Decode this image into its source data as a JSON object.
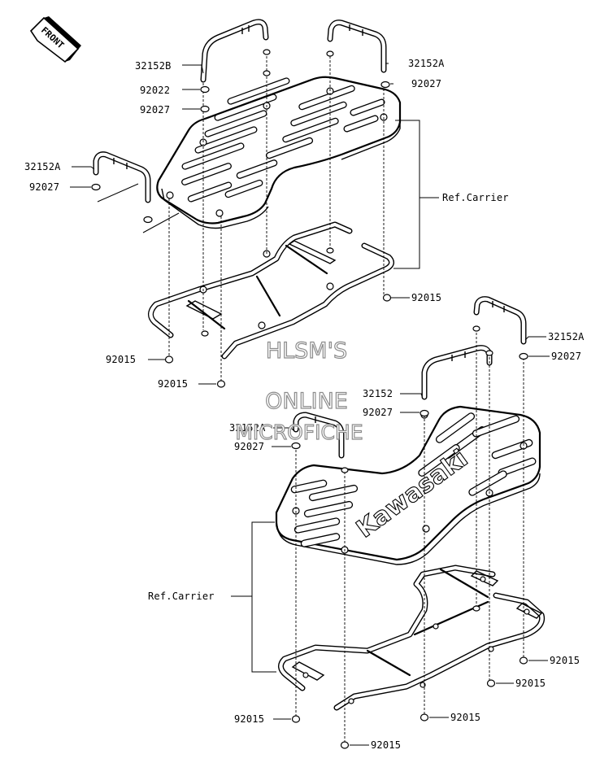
{
  "front_label": "FRONT",
  "brand_logo_text": "Kawasaki",
  "watermark": {
    "line1": "HLSM'S",
    "line2": "ONLINE",
    "line3": "MICROFICHE"
  },
  "upper_assembly": {
    "labels": [
      {
        "id": "u1",
        "text": "32152B"
      },
      {
        "id": "u2",
        "text": "32152A"
      },
      {
        "id": "u3",
        "text": "92022"
      },
      {
        "id": "u4",
        "text": "92027"
      },
      {
        "id": "u5",
        "text": "92027"
      },
      {
        "id": "u6",
        "text": "32152A"
      },
      {
        "id": "u7",
        "text": "92027"
      },
      {
        "id": "u8",
        "text": "Ref.Carrier"
      },
      {
        "id": "u9",
        "text": "92015"
      },
      {
        "id": "u10",
        "text": "92015"
      },
      {
        "id": "u11",
        "text": "92015"
      }
    ]
  },
  "lower_assembly": {
    "labels": [
      {
        "id": "l1",
        "text": "32152A"
      },
      {
        "id": "l2",
        "text": "92027"
      },
      {
        "id": "l3",
        "text": "32152"
      },
      {
        "id": "l4",
        "text": "92027"
      },
      {
        "id": "l5",
        "text": "32152A"
      },
      {
        "id": "l6",
        "text": "92027"
      },
      {
        "id": "l7",
        "text": "Ref.Carrier"
      },
      {
        "id": "l8",
        "text": "92015"
      },
      {
        "id": "l9",
        "text": "92015"
      },
      {
        "id": "l10",
        "text": "92015"
      },
      {
        "id": "l11",
        "text": "92015"
      },
      {
        "id": "l12",
        "text": "92015"
      }
    ]
  }
}
